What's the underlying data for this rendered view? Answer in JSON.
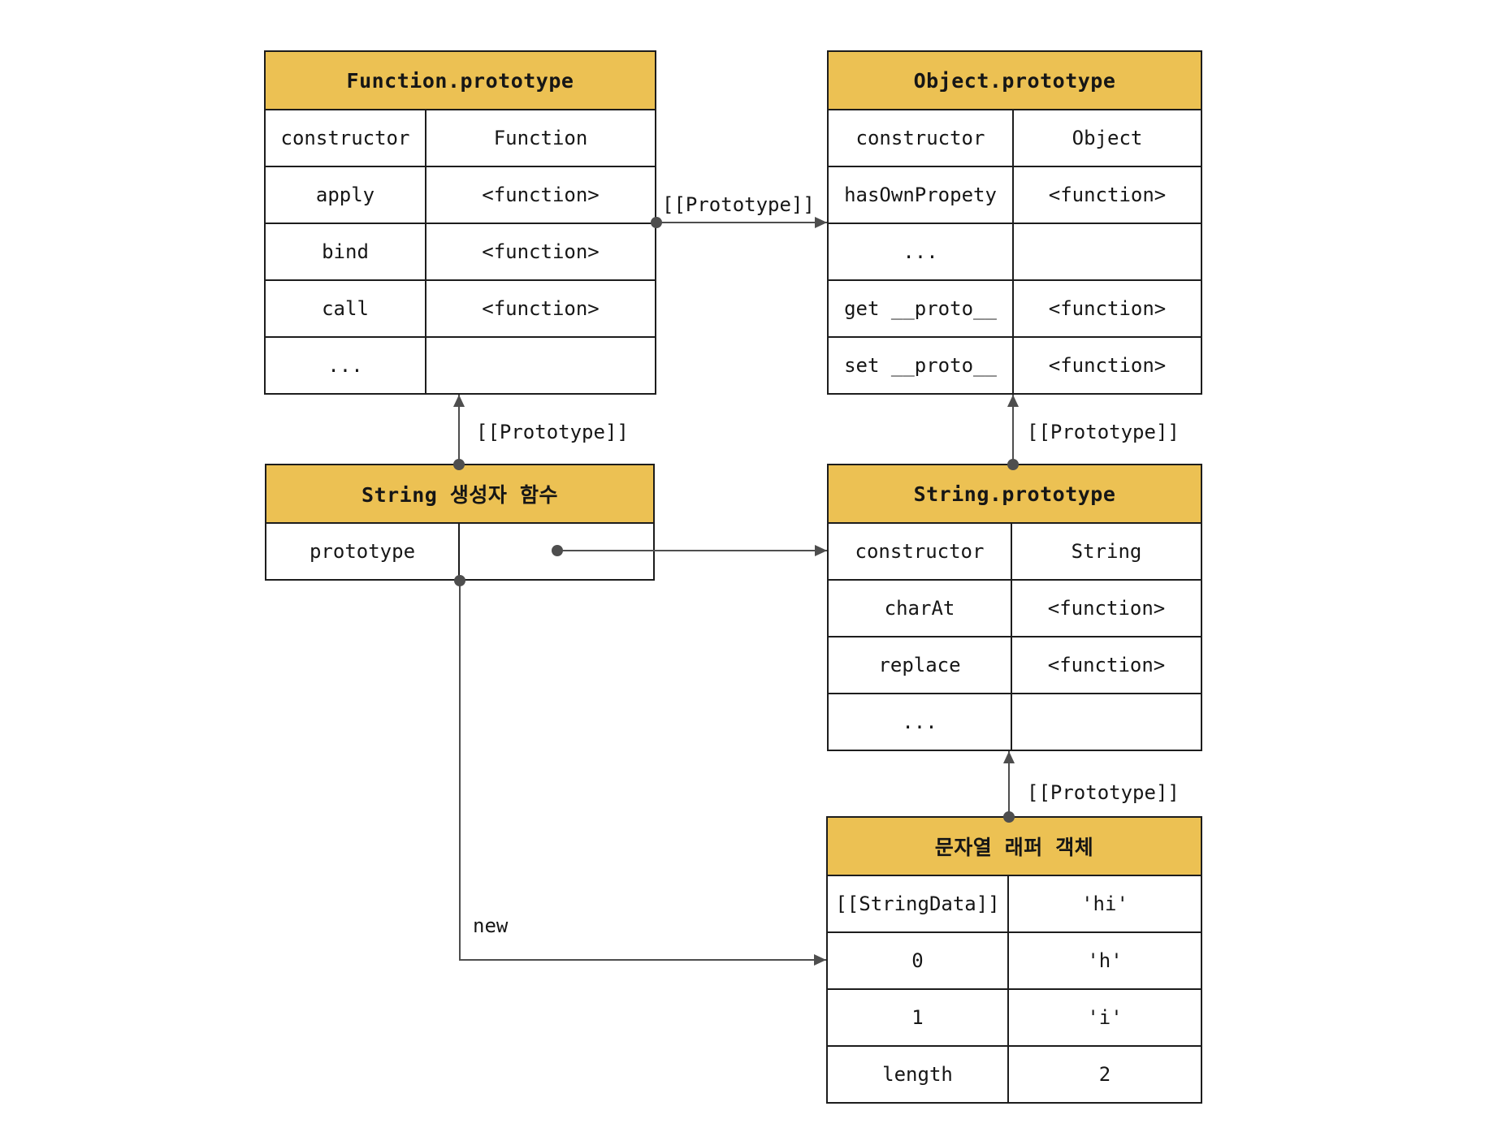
{
  "diagram": {
    "background": "#ffffff",
    "colors": {
      "header_bg": "#ecc153",
      "table_border": "#1d1d1d",
      "arrow": "#4e4e4e",
      "text": "#161616"
    },
    "tables": {
      "function_prototype": {
        "title": "Function.prototype",
        "rows": [
          [
            "constructor",
            "Function"
          ],
          [
            "apply",
            "<function>"
          ],
          [
            "bind",
            "<function>"
          ],
          [
            "call",
            "<function>"
          ],
          [
            "...",
            ""
          ]
        ]
      },
      "object_prototype": {
        "title": "Object.prototype",
        "rows": [
          [
            "constructor",
            "Object"
          ],
          [
            "hasOwnPropety",
            "<function>"
          ],
          [
            "...",
            ""
          ],
          [
            "get __proto__",
            "<function>"
          ],
          [
            "set __proto__",
            "<function>"
          ]
        ]
      },
      "string_constructor": {
        "title": "String 생성자 함수",
        "rows": [
          [
            "prototype",
            ""
          ]
        ]
      },
      "string_prototype": {
        "title": "String.prototype",
        "rows": [
          [
            "constructor",
            "String"
          ],
          [
            "charAt",
            "<function>"
          ],
          [
            "replace",
            "<function>"
          ],
          [
            "...",
            ""
          ]
        ]
      },
      "string_wrapper": {
        "title": "문자열 래퍼 객체",
        "rows": [
          [
            "[[StringData]]",
            "'hi'"
          ],
          [
            "0",
            "'h'"
          ],
          [
            "1",
            "'i'"
          ],
          [
            "length",
            "2"
          ]
        ]
      }
    },
    "arrows": {
      "fn_to_obj": {
        "label": "[[Prototype]]"
      },
      "strcon_to_fn": {
        "label": "[[Prototype]]"
      },
      "strproto_to_obj": {
        "label": "[[Prototype]]"
      },
      "wrapper_to_strproto": {
        "label": "[[Prototype]]"
      },
      "new_link": {
        "label": "new"
      }
    }
  }
}
